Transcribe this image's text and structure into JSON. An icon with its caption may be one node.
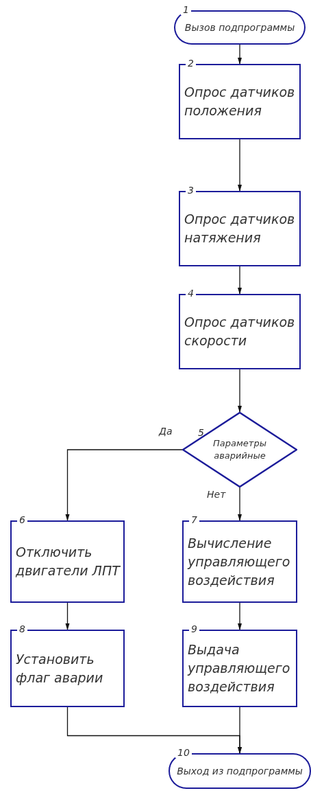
{
  "diagram": {
    "nodes": [
      {
        "text": [
          "1",
          "Вызов подпрограммы"
        ]
      },
      {
        "text": [
          "2",
          "Опрос датчиков положения"
        ]
      },
      {
        "text": [
          "3",
          "Опрос датчиков натяжения"
        ]
      },
      {
        "text": [
          "4",
          "Опрос датчиков скорости"
        ]
      },
      {
        "text": [
          "5",
          "Параметры аварийные"
        ]
      },
      {
        "text": [
          "6",
          "Отключить двигатели ЛПТ"
        ]
      },
      {
        "text": [
          "7",
          "Вычисление управляющего воздействия"
        ]
      },
      {
        "text": [
          "8",
          "Установить флаг аварии"
        ]
      },
      {
        "text": [
          "9",
          "Выдача управляющего воздействия"
        ]
      },
      {
        "text": [
          "10",
          "Выход из подпрограммы"
        ]
      }
    ],
    "edges": [
      {
        "from": 0,
        "to": 1,
        "arrow": "to"
      },
      {
        "from": 1,
        "to": 2,
        "arrow": "to"
      },
      {
        "from": 2,
        "to": 3,
        "arrow": "to"
      },
      {
        "from": 3,
        "to": 4,
        "arrow": "to"
      },
      {
        "from": 4,
        "to": 5,
        "arrow": "to",
        "label": "Да"
      },
      {
        "from": 4,
        "to": 6,
        "arrow": "to",
        "label": "Нет"
      },
      {
        "from": 5,
        "to": 7,
        "arrow": "to"
      },
      {
        "from": 6,
        "to": 8,
        "arrow": "to"
      },
      {
        "from": 7,
        "to": 9,
        "arrow": "to"
      },
      {
        "from": 8,
        "to": 9,
        "arrow": "to"
      }
    ]
  }
}
